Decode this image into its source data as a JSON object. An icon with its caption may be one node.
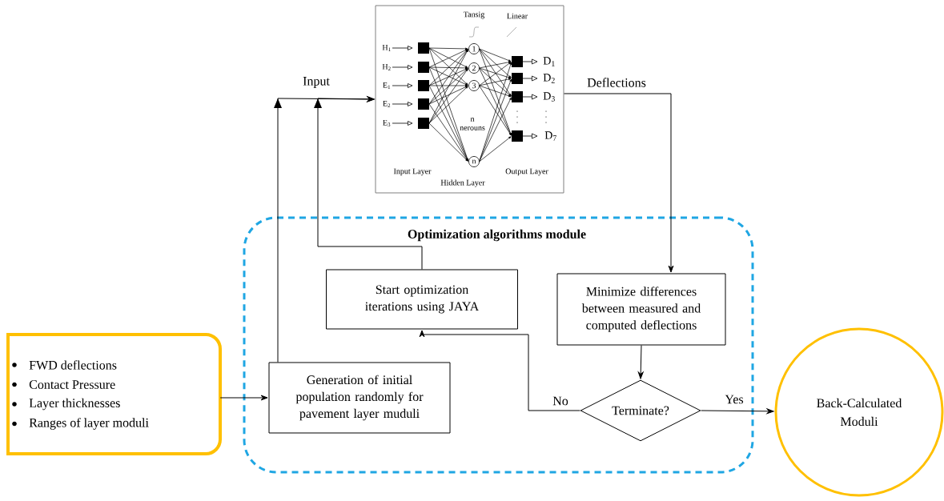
{
  "diagram": {
    "nodes": [
      {
        "text": [],
        "shape": "box"
      },
      {
        "text": [
          "Optimization algorithms module"
        ]
      },
      {
        "text": [
          "Start optimization iterations using JAYA"
        ],
        "in": 1
      },
      {
        "text": [
          "Minimize differences between measured and computed deflections"
        ],
        "in": 1
      },
      {
        "text": [
          "Generation of initial population randomly for pavement layer muduli"
        ],
        "in": 1
      },
      {
        "text": [
          "Terminate?"
        ],
        "in": 1
      },
      {
        "text": [
          "FWD deflections",
          "Contact Pressure",
          "Layer thicknesses",
          "Ranges of layer moduli"
        ]
      },
      {
        "text": [
          "Back-Calculated Moduli"
        ]
      }
    ],
    "edges": [
      {
        "from": 4,
        "to": 0,
        "arrow": "to",
        "label": "Input"
      },
      {
        "from": 2,
        "to": 0,
        "arrow": "to"
      },
      {
        "from": 0,
        "to": 3,
        "arrow": "to",
        "label": "Deflections"
      },
      {
        "from": 3,
        "to": 5,
        "arrow": "to"
      },
      {
        "from": 5,
        "to": 2,
        "arrow": "to",
        "label": "No"
      },
      {
        "from": 5,
        "to": 7,
        "arrow": "to",
        "label": "Yes"
      },
      {
        "from": 6,
        "to": 4,
        "arrow": "to"
      }
    ],
    "labels": [
      "Tansig",
      "Linear",
      "H$_{1}$",
      "H$_{2}$",
      "E$_{1}$",
      "E$_{2}$",
      "E$_{3}$",
      "1",
      "2",
      "3",
      "n nerouns",
      "n",
      "D$_{1}$",
      "D$_{2}$",
      "D$_{3}$",
      "D$_{7}$",
      "Input Layer",
      "Hidden Layer",
      "Output Layer"
    ]
  }
}
